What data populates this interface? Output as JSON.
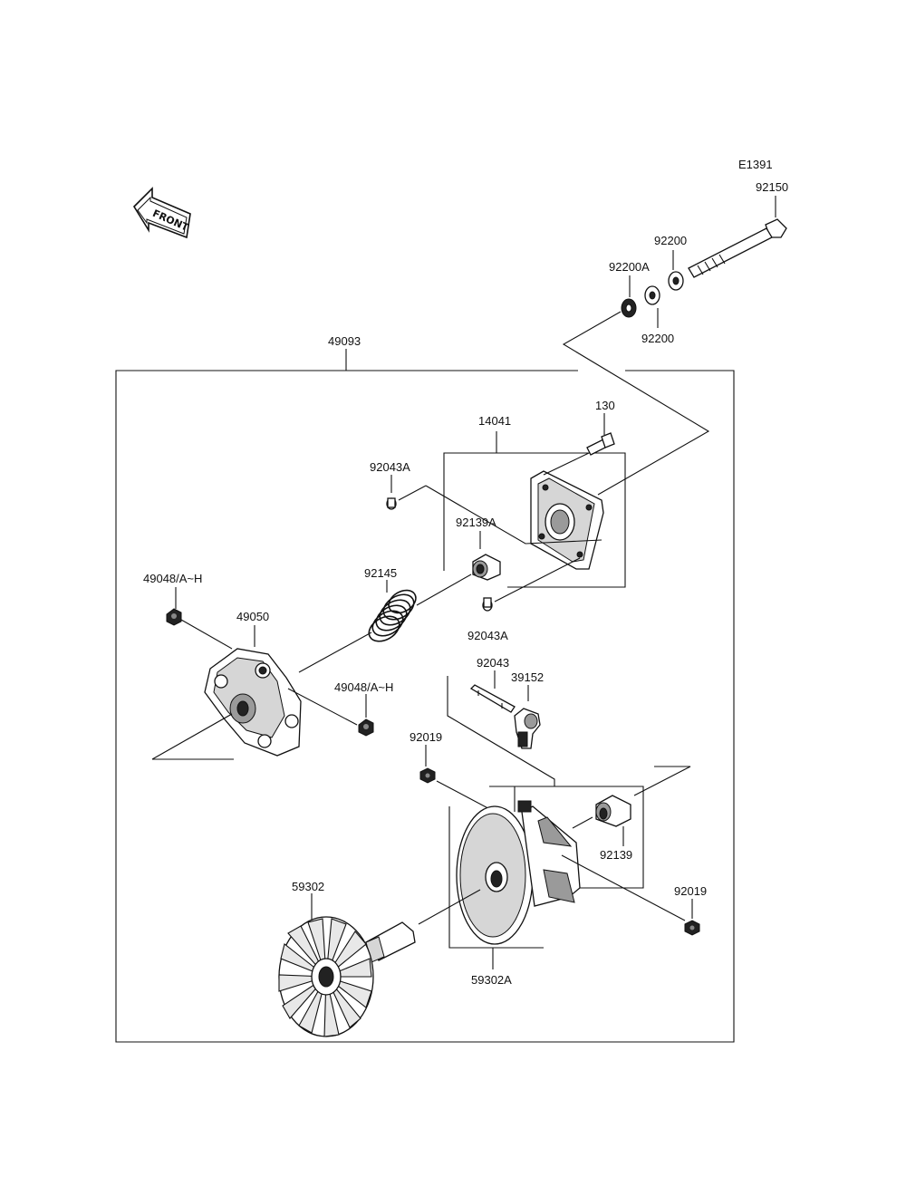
{
  "diagram": {
    "code": "E1391",
    "front_arrow_text": "FRONT",
    "labels": {
      "p92150": "92150",
      "p92200_top": "92200",
      "p92200A": "92200A",
      "p92200_bottom": "92200",
      "p49093": "49093",
      "p130": "130",
      "p14041": "14041",
      "p92043A_top": "92043A",
      "p92139A": "92139A",
      "p92145": "92145",
      "p49048_left": "49048/A~H",
      "p49050": "49050",
      "p92043A_bottom": "92043A",
      "p49048_right": "49048/A~H",
      "p92043": "92043",
      "p39152": "39152",
      "p92019_left": "92019",
      "p92139": "92139",
      "p92019_right": "92019",
      "p59302": "59302",
      "p59302A": "59302A"
    }
  }
}
